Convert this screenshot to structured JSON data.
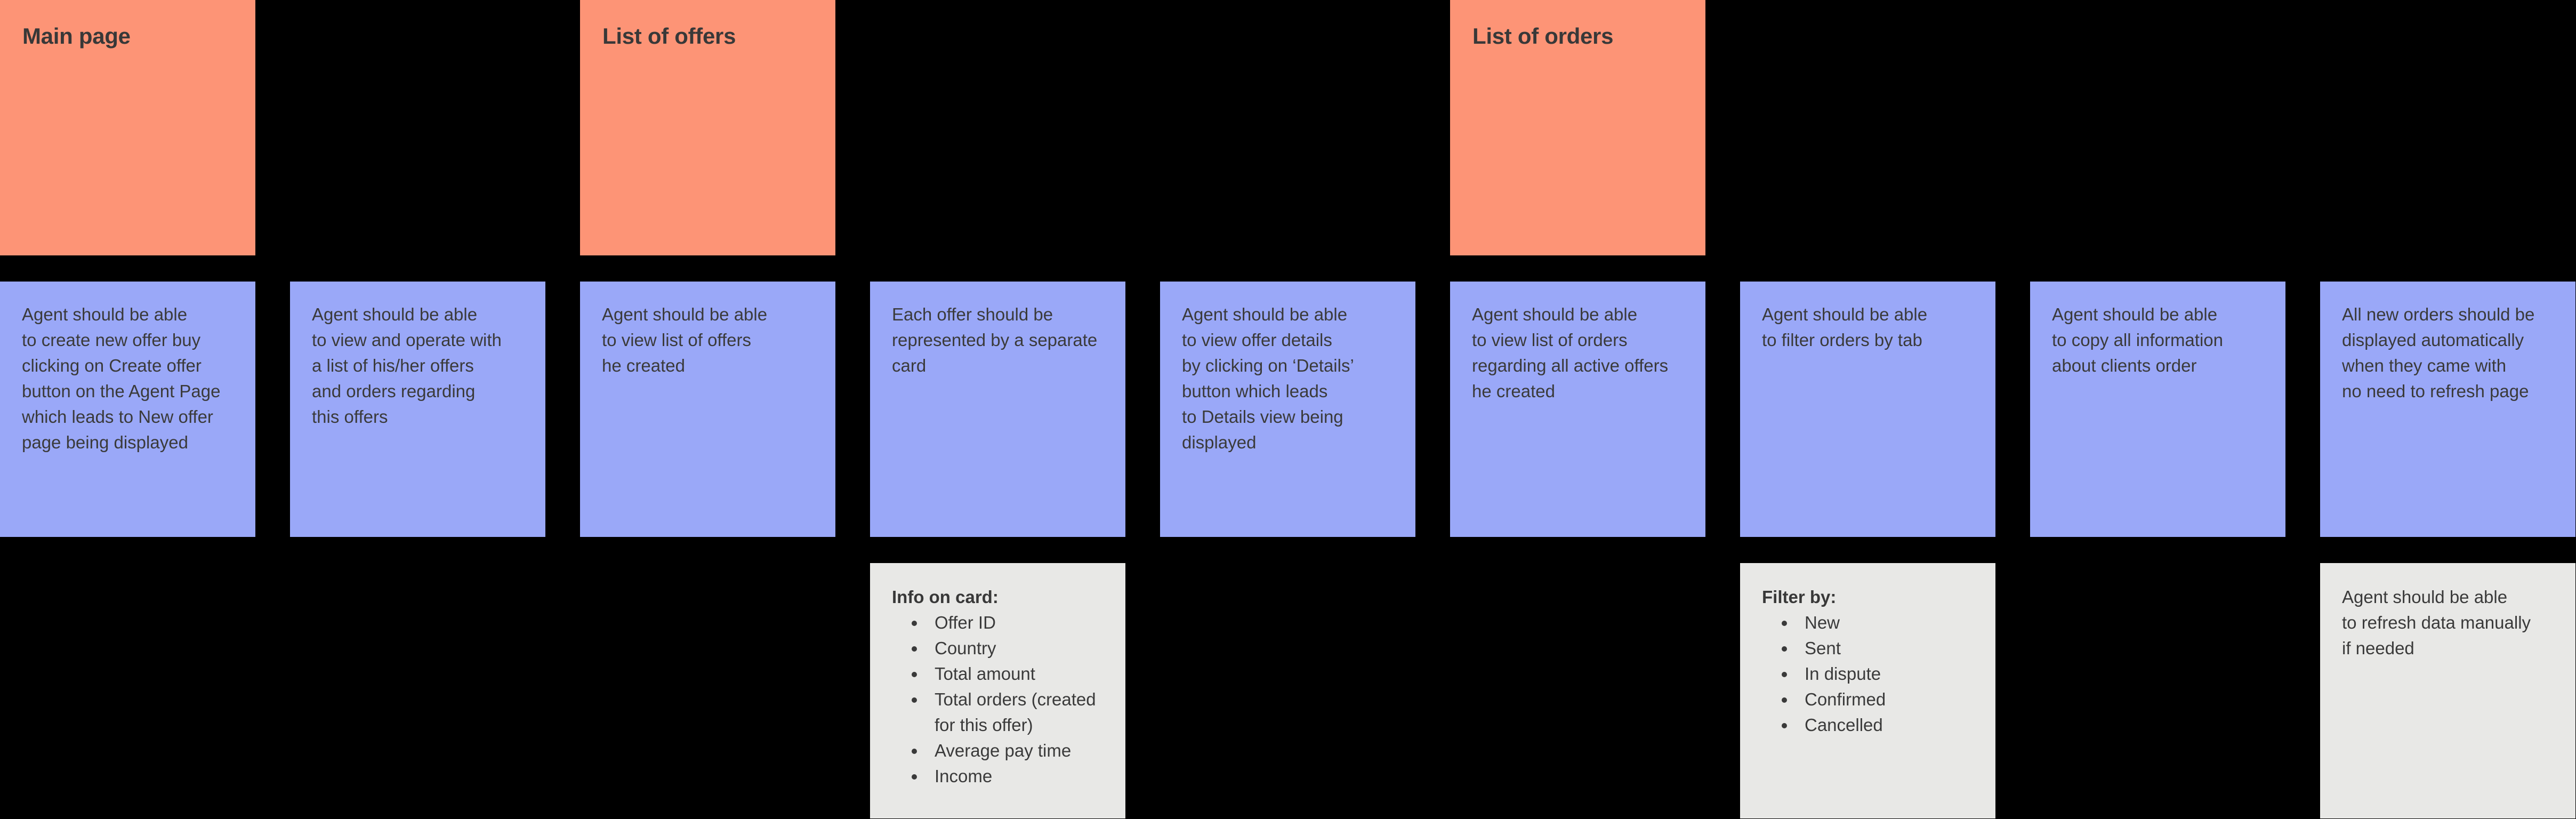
{
  "colors": {
    "canvas_background": "#000000",
    "header_sticky": "#FD9476",
    "story_sticky": "#9AA8F8",
    "note_sticky": "#E8E8E6",
    "text": "#3A3A3A"
  },
  "board": {
    "header_cards": [
      {
        "label": "Main page"
      },
      {
        "label": "List of offers"
      },
      {
        "label": "List of orders"
      }
    ],
    "story_cards": [
      {
        "text": "Agent should be able\nto create new offer buy\nclicking on Create offer\nbutton on the Agent Page\nwhich leads to New offer\npage being displayed"
      },
      {
        "text": "Agent should be able\nto view and operate with\na list of his/her offers\nand orders regarding\nthis offers"
      },
      {
        "text": "Agent should be able\nto view list of offers\nhe created"
      },
      {
        "text": "Each offer should be\nrepresented by a separate\ncard"
      },
      {
        "text": "Agent should be able\nto view offer details\nby clicking on ‘Details’\nbutton which leads\nto Details view being\ndisplayed"
      },
      {
        "text": "Agent should be able\nto view list of orders\nregarding all active offers\nhe created"
      },
      {
        "text": "Agent should be able\nto filter orders by tab"
      },
      {
        "text": "Agent should be able\nto copy all information\nabout clients order"
      },
      {
        "text": "All new orders should be\ndisplayed automatically\nwhen they came with\nno need to refresh page"
      }
    ],
    "note_cards": [
      {
        "title": "Info on card:",
        "items": [
          "Offer ID",
          "Country",
          "Total amount",
          "Total orders (created\nfor this offer)",
          "Average pay time",
          "Income"
        ]
      },
      {
        "title": "Filter by:",
        "items": [
          "New",
          "Sent",
          "In dispute",
          "Confirmed",
          "Cancelled"
        ]
      },
      {
        "text": "Agent should be able\nto refresh data manually\nif needed"
      }
    ]
  }
}
